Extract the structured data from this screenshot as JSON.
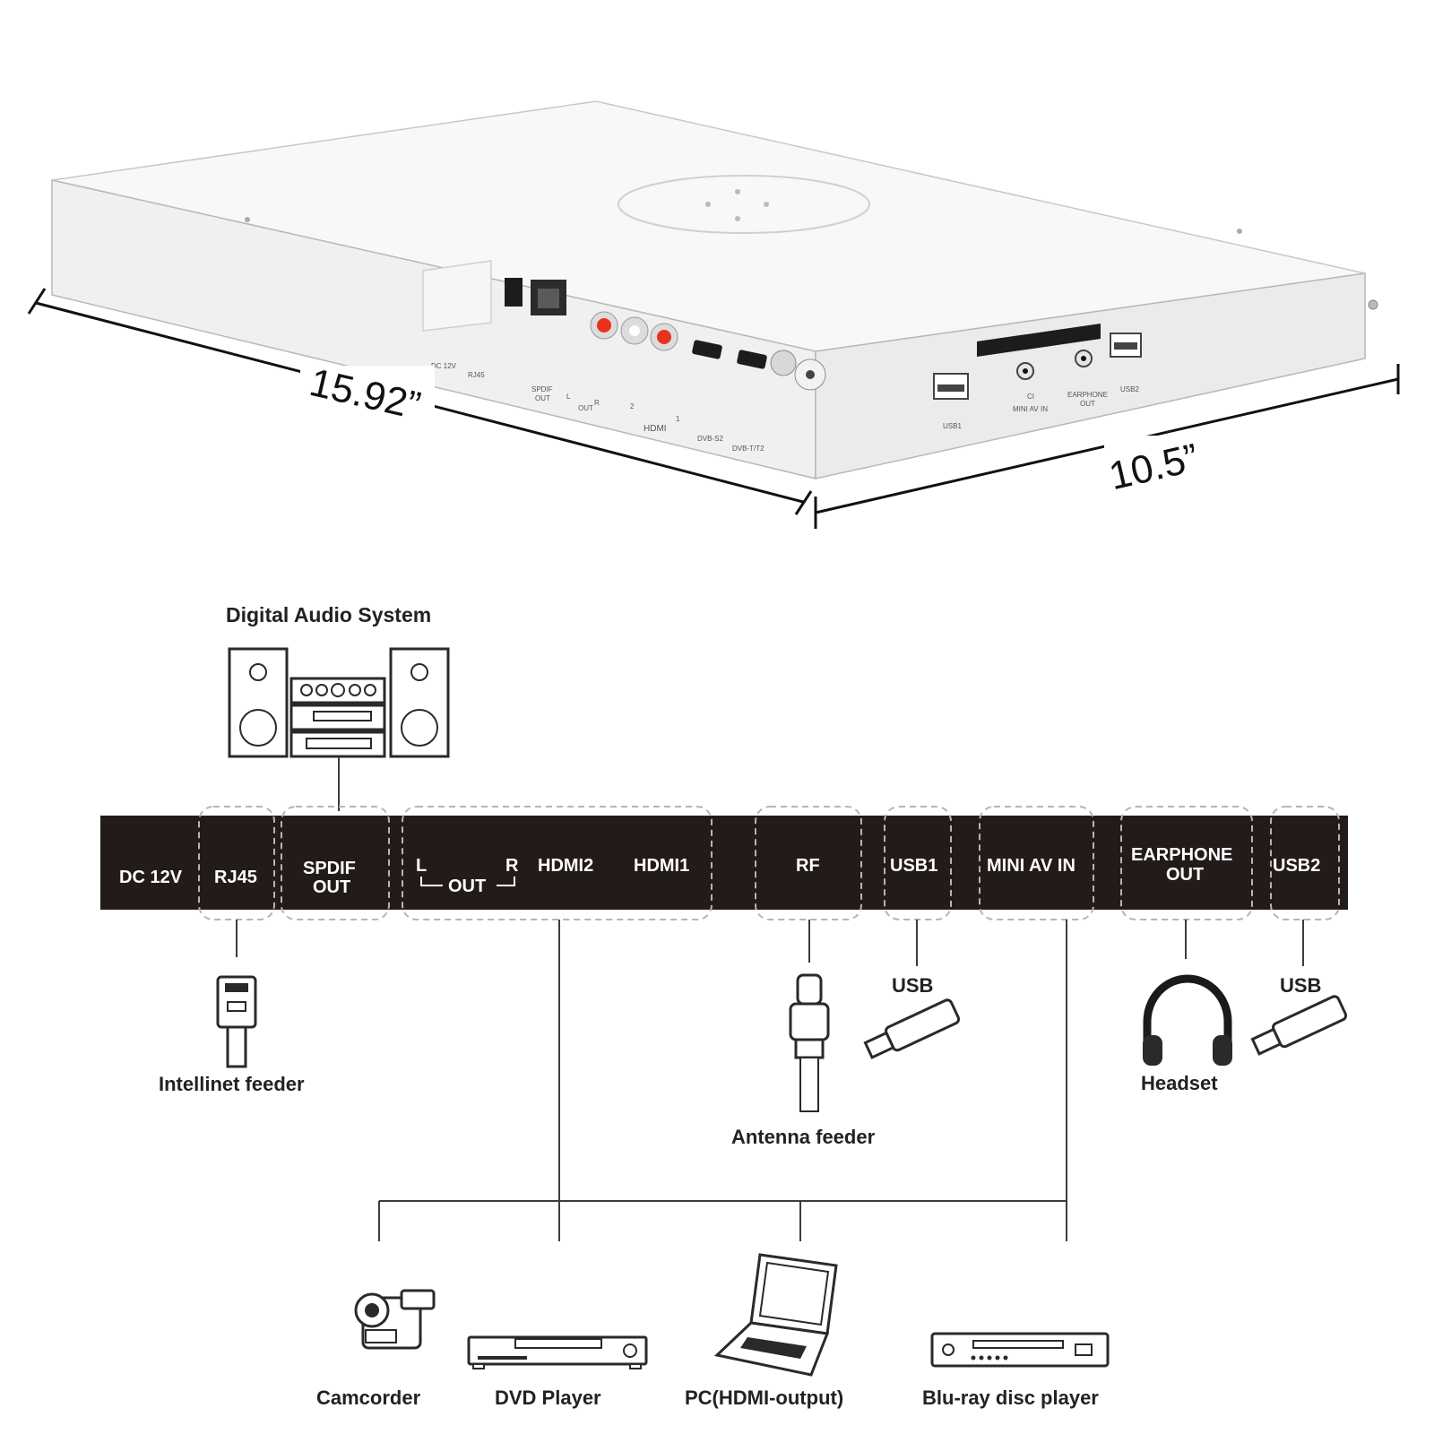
{
  "dimensions": {
    "length": "15.92”",
    "width": "10.5”"
  },
  "device_silkscreen": {
    "dc12v": "DC 12V",
    "rj45": "RJ45",
    "spdif": "SPDIF",
    "spdif_out": "OUT",
    "out_l": "L",
    "out_r": "R",
    "out": "OUT",
    "hdmi_2": "2",
    "hdmi_1": "1",
    "hdmi": "HDMI",
    "dvb_s2": "DVB-S2",
    "dvb_t2": "DVB-T/T2",
    "usb1": "USB1",
    "ci": "CI",
    "mini_av_in": "MINI AV IN",
    "earphone": "EARPHONE",
    "earphone_out": "OUT",
    "usb2": "USB2"
  },
  "diagram": {
    "audio_system_title": "Digital Audio System",
    "panel": {
      "dc12v": "DC 12V",
      "rj45": "RJ45",
      "spdif_line1": "SPDIF",
      "spdif_line2": "OUT",
      "out_l": "L",
      "out_r": "R",
      "out": "OUT",
      "hdmi2": "HDMI2",
      "hdmi1": "HDMI1",
      "rf": "RF",
      "usb1": "USB1",
      "mini_av_in": "MINI AV IN",
      "earphone_line1": "EARPHONE",
      "earphone_line2": "OUT",
      "usb2": "USB2"
    },
    "labels": {
      "intellinet_feeder": "Intellinet feeder",
      "antenna_feeder": "Antenna feeder",
      "usb_a": "USB",
      "usb_b": "USB",
      "headset": "Headset",
      "camcorder": "Camcorder",
      "dvd_player": "DVD Player",
      "pc": "PC(HDMI-output)",
      "bluray": "Blu-ray disc player"
    }
  },
  "colors": {
    "panel": "#231b1a",
    "panel_text": "#ffffff",
    "port_outline": "#b9b3b3",
    "device_body": "#f0f0f0",
    "rca_red": "#e8321e",
    "line": "#3c3c3c"
  },
  "icons": [
    "speaker-icon",
    "stereo-icon",
    "rj45-plug-icon",
    "rf-plug-icon",
    "usb-stick-icon",
    "headphones-icon",
    "camcorder-icon",
    "dvd-player-icon",
    "laptop-icon",
    "bluray-player-icon"
  ]
}
